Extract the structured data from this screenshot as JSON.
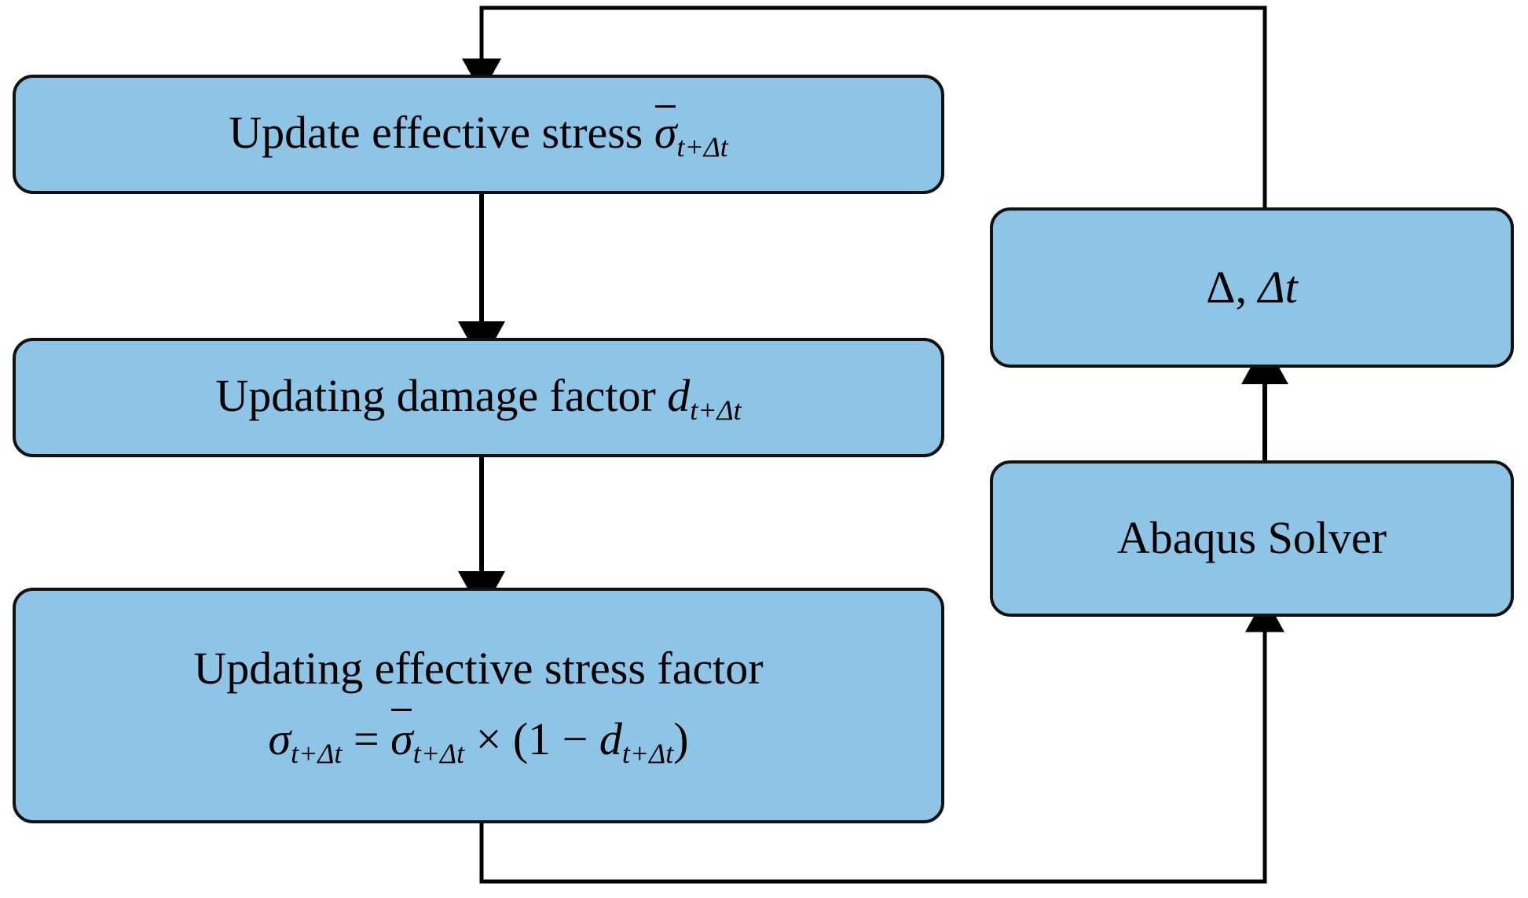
{
  "diagram": {
    "title": "Constitutive damage update loop with Abaqus solver",
    "background_color": "#ffffff",
    "node_fill_color": "#8ec5e6",
    "node_border_color": "#111111",
    "connector_color": "#000000",
    "nodes": [
      {
        "id": "update-effective-stress",
        "label": "Update effective stress σ̄t+Δt",
        "text_plain": "Update effective stress",
        "symbol": "σ̄",
        "subscript": "t+Δt"
      },
      {
        "id": "updating-damage-factor",
        "label": "Updating damage factor dt+Δt",
        "text_plain": "Updating damage factor",
        "symbol": "d",
        "subscript": "t+Δt"
      },
      {
        "id": "updating-effective-stress-factor",
        "label": "Updating effective stress factor",
        "text_plain": "Updating effective stress factor",
        "equation": "σt+Δt = σ̄t+Δt × (1 − dt+Δt)",
        "equation_parts": {
          "lhs_symbol": "σ",
          "lhs_subscript": "t+Δt",
          "equals": "=",
          "rhs_symbol": "σ̄",
          "rhs_subscript": "t+Δt",
          "times": "×",
          "open_paren": "(",
          "one": "1",
          "minus": "−",
          "damage_symbol": "d",
          "damage_subscript": "t+Δt",
          "close_paren": ")"
        }
      },
      {
        "id": "delta-dt",
        "label": "Δ, Δt",
        "delta": "Δ",
        "comma": ",",
        "delta_t": "Δt"
      },
      {
        "id": "abaqus-solver",
        "label": "Abaqus Solver"
      }
    ],
    "connectors": [
      {
        "id": "stress-to-damage",
        "from": "update-effective-stress",
        "to": "updating-damage-factor",
        "direction": "down",
        "arrowhead": "at-target"
      },
      {
        "id": "damage-to-stress-factor",
        "from": "updating-damage-factor",
        "to": "updating-effective-stress-factor",
        "direction": "down",
        "arrowhead": "at-target"
      },
      {
        "id": "stress-factor-to-abaqus",
        "from": "updating-effective-stress-factor",
        "to": "abaqus-solver",
        "direction": "down-right-up",
        "arrowhead": "at-target"
      },
      {
        "id": "abaqus-to-delta",
        "from": "abaqus-solver",
        "to": "delta-dt",
        "direction": "up",
        "arrowhead": "at-target"
      },
      {
        "id": "delta-to-stress-loop",
        "from": "delta-dt",
        "to": "update-effective-stress",
        "direction": "up-left-down",
        "arrowhead": "at-target"
      }
    ]
  }
}
